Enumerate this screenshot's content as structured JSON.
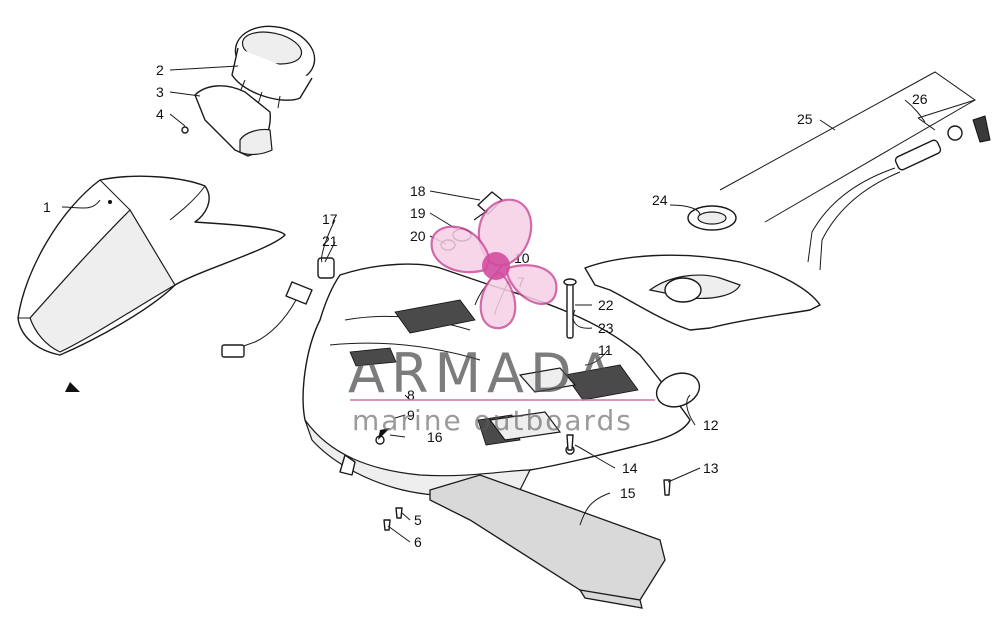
{
  "watermark": {
    "title": "ARMADA",
    "subtitle": "marine outboards",
    "colors": {
      "accent": "#cc4f9c",
      "text": "#4a4a4a"
    }
  },
  "callouts": [
    {
      "id": "c1",
      "label": "1"
    },
    {
      "id": "c2",
      "label": "2"
    },
    {
      "id": "c3",
      "label": "3"
    },
    {
      "id": "c4",
      "label": "4"
    },
    {
      "id": "c5",
      "label": "5"
    },
    {
      "id": "c6",
      "label": "6"
    },
    {
      "id": "c7",
      "label": "7"
    },
    {
      "id": "c8",
      "label": "8"
    },
    {
      "id": "c9",
      "label": "9"
    },
    {
      "id": "c10",
      "label": "10"
    },
    {
      "id": "c11",
      "label": "11"
    },
    {
      "id": "c12",
      "label": "12"
    },
    {
      "id": "c13",
      "label": "13"
    },
    {
      "id": "c14",
      "label": "14"
    },
    {
      "id": "c15",
      "label": "15"
    },
    {
      "id": "c16",
      "label": "16"
    },
    {
      "id": "c17",
      "label": "17"
    },
    {
      "id": "c18",
      "label": "18"
    },
    {
      "id": "c19",
      "label": "19"
    },
    {
      "id": "c20",
      "label": "20"
    },
    {
      "id": "c21",
      "label": "21"
    },
    {
      "id": "c22",
      "label": "22"
    },
    {
      "id": "c23",
      "label": "23"
    },
    {
      "id": "c24",
      "label": "24"
    },
    {
      "id": "c25",
      "label": "25"
    },
    {
      "id": "c26",
      "label": "26"
    }
  ]
}
